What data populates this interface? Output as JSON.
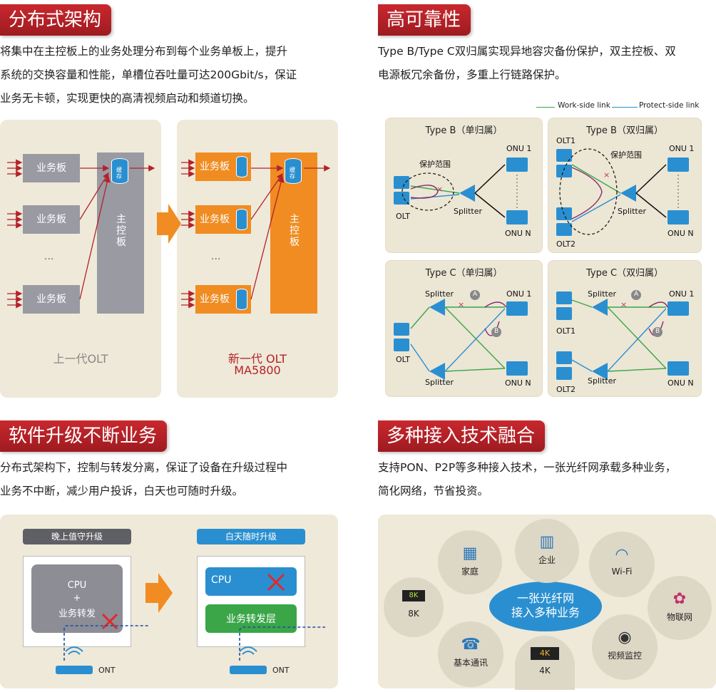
{
  "sections": {
    "distributed": {
      "title": "分布式架构",
      "lines": [
        "将集中在主控板上的业务处理分布到每个业务单板上，提升",
        "系统的交换容量和性能，单槽位吞吐量可达200Gbit/s，保证",
        "业务无卡顿，实现更快的高清视频启动和频道切换。"
      ],
      "board_label": "业务板",
      "cache_label": "缓存",
      "main_board_label": "主控板",
      "dots": "...",
      "old_caption": "上一代OLT",
      "new_caption_1": "新一代 OLT",
      "new_caption_2": "MA5800"
    },
    "reliability": {
      "title": "高可靠性",
      "lines": [
        "Type B/Type C双归属实现异地容灾备份保护，双主控板、双",
        "电源板冗余备份，多重上行链路保护。"
      ],
      "legend_work": "Work-side link",
      "legend_protect": "Protect-side link",
      "cards": [
        {
          "title": "Type B（单归属）"
        },
        {
          "title": "Type B（双归属）"
        },
        {
          "title": "Type C（单归属）"
        },
        {
          "title": "Type C（双归属）"
        }
      ],
      "labels": {
        "olt": "OLT",
        "olt1": "OLT1",
        "olt2": "OLT2",
        "splitter": "Splitter",
        "onu1": "ONU 1",
        "onun": "ONU N",
        "protect_range": "保护范围",
        "a": "A",
        "b": "B"
      }
    },
    "upgrade": {
      "title": "软件升级不断业务",
      "lines": [
        "分布式架构下，控制与转发分离，保证了设备在升级过程中",
        "业务不中断，减少用户投诉，白天也可随时升级。"
      ],
      "night_label": "晚上值守升级",
      "day_label": "白天随时升级",
      "cpu": "CPU",
      "plus": "+",
      "forward": "业务转发",
      "forward_layer": "业务转发层",
      "ont": "ONT"
    },
    "access": {
      "title": "多种接入技术融合",
      "lines": [
        "支持PON、P2P等多种接入技术，一张光纤网承载多种业务，",
        "简化网络，节省投资。"
      ],
      "center_1": "一张光纤网",
      "center_2": "接入多种业务",
      "items": [
        "家庭",
        "企业",
        "Wi-Fi",
        "8K",
        "物联网",
        "基本通讯",
        "4K",
        "视频监控"
      ],
      "badge_8k": "8K",
      "badge_4k": "4K"
    }
  },
  "colors": {
    "title_red": "#b3222a",
    "orange": "#f08c22",
    "blue": "#2a8fd0",
    "green": "#3aa648"
  }
}
